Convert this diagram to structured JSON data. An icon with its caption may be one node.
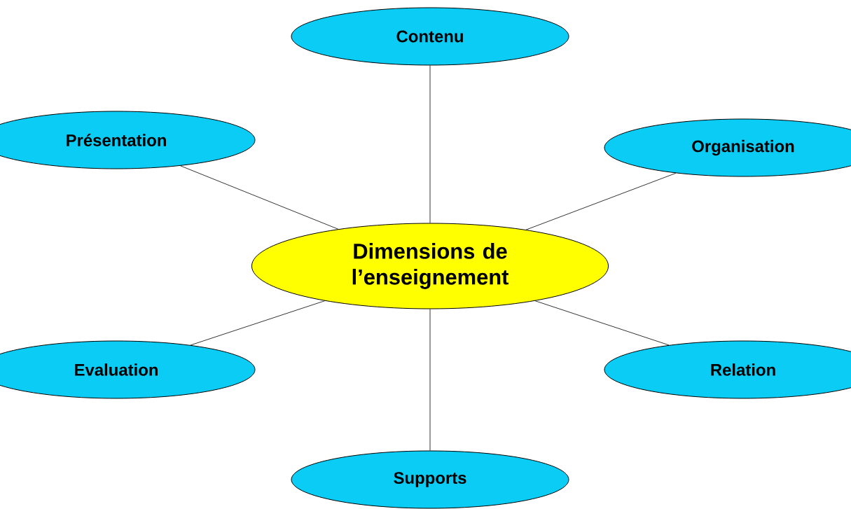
{
  "diagram": {
    "nodes": [
      {
        "text": [
          "Contenu"
        ]
      },
      {
        "text": [
          "Présentation"
        ]
      },
      {
        "text": [
          "Organisation"
        ]
      },
      {
        "text": [
          "Dimensions de l’enseignement"
        ]
      },
      {
        "text": [
          "Evaluation"
        ]
      },
      {
        "text": [
          "Relation"
        ]
      },
      {
        "text": [
          "Supports"
        ]
      }
    ],
    "edges": [
      {
        "from": 3,
        "to": 0,
        "arrow": "none"
      },
      {
        "from": 3,
        "to": 1,
        "arrow": "none"
      },
      {
        "from": 3,
        "to": 2,
        "arrow": "none"
      },
      {
        "from": 3,
        "to": 4,
        "arrow": "none"
      },
      {
        "from": 3,
        "to": 5,
        "arrow": "none"
      },
      {
        "from": 3,
        "to": 6,
        "arrow": "none"
      }
    ]
  }
}
